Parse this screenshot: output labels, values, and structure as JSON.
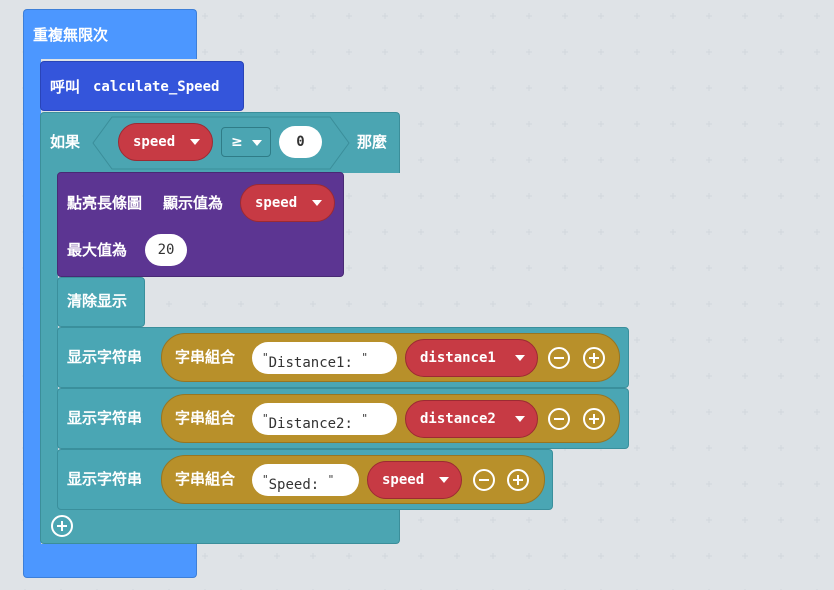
{
  "workspace": {
    "forever_label": "重複無限次",
    "call": {
      "prefix": "呼叫",
      "function_name": "calculate_Speed"
    },
    "if_block": {
      "if_label": "如果",
      "then_label": "那麼",
      "condition": {
        "variable": "speed",
        "operator": "≥",
        "value": "0"
      }
    },
    "bargraph": {
      "label_light": "點亮長條圖",
      "label_show": "顯示值為",
      "variable": "speed",
      "label_max": "最大值為",
      "max_value": "20"
    },
    "clear_label": "清除显示",
    "show_strings": [
      {
        "label": "显示字符串",
        "join": "字串組合",
        "text": "Distance1: ",
        "variable": "distance1"
      },
      {
        "label": "显示字符串",
        "join": "字串組合",
        "text": "Distance2: ",
        "variable": "distance2"
      },
      {
        "label": "显示字符串",
        "join": "字串組合",
        "text": "Speed: ",
        "variable": "speed"
      }
    ]
  },
  "colors": {
    "loops": "#4c97ff",
    "functions": "#3455db",
    "logic": "#4ba5b2",
    "led": "#5c3592",
    "basic": "#4aa6b4",
    "text": "#b8902a",
    "variables": "#c73a44"
  }
}
